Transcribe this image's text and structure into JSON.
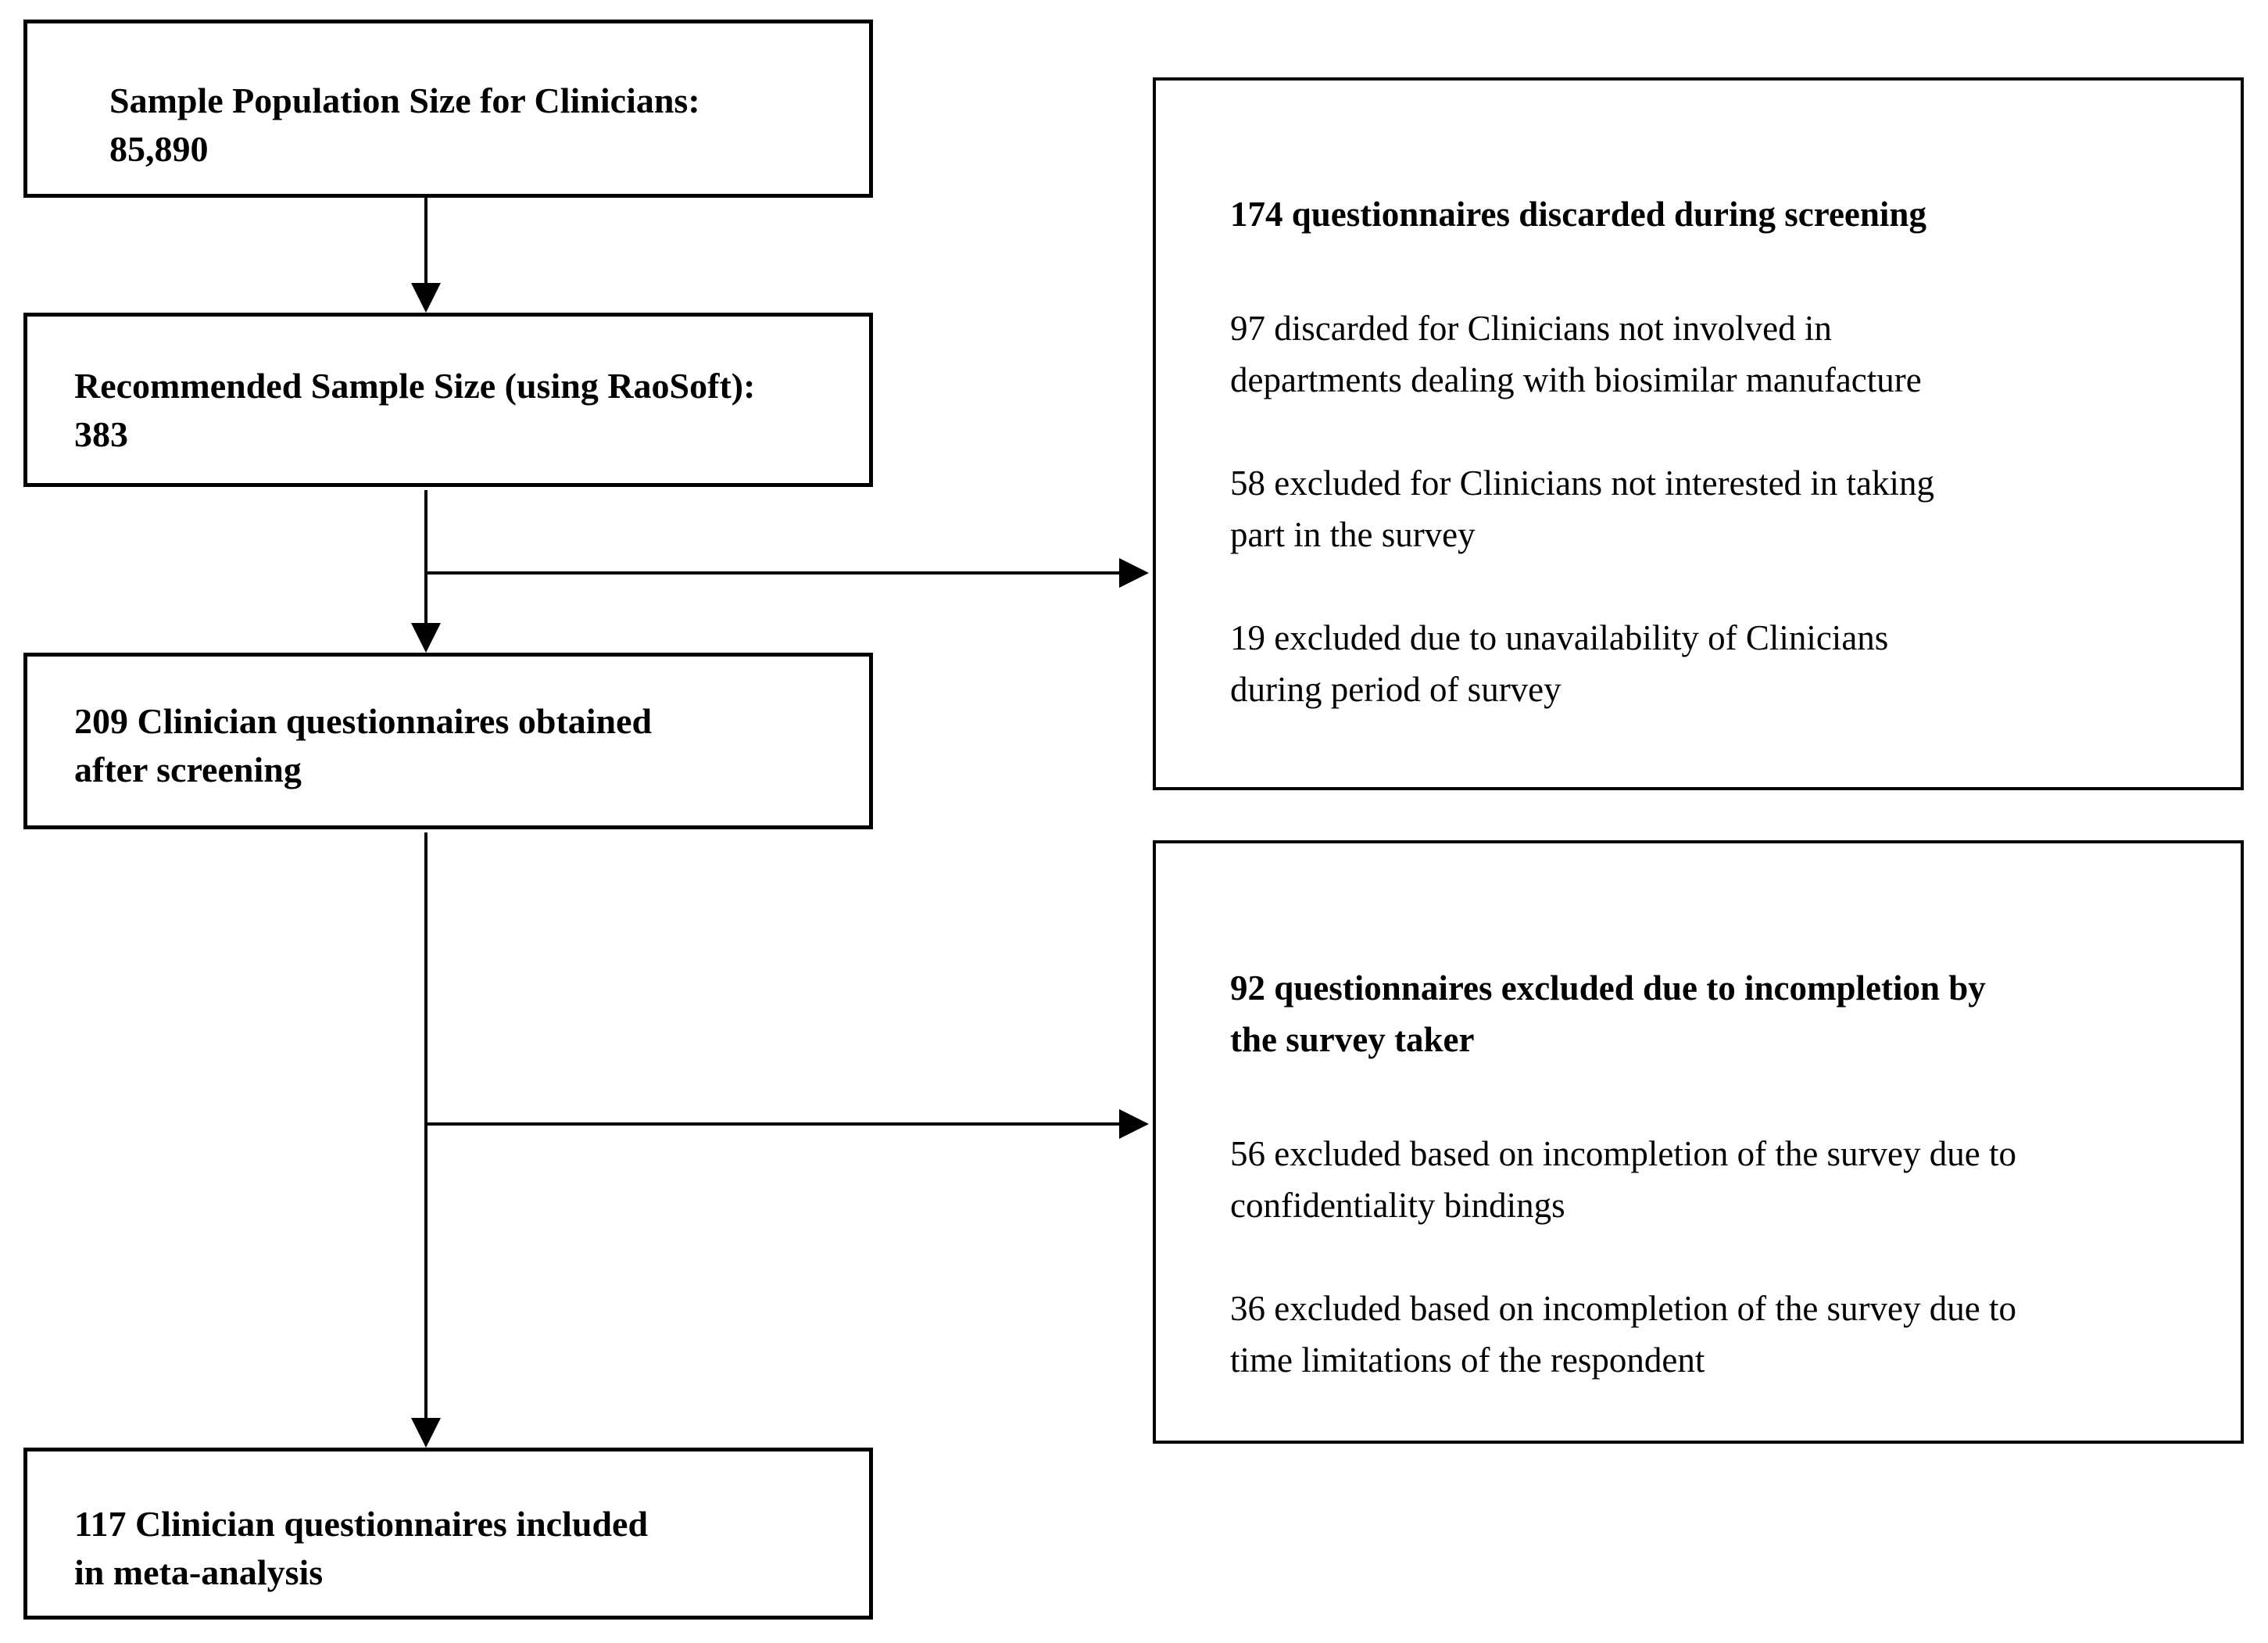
{
  "diagram": {
    "title_hint": "Clinician survey screening flow diagram",
    "colors": {
      "background": "#ffffff",
      "line": "#000000",
      "text": "#000000"
    },
    "boxes": {
      "sample_population": {
        "lines": [
          "Sample Population Size for Clinicians:",
          "85,890"
        ]
      },
      "recommended_sample": {
        "lines": [
          "Recommended Sample Size (using RaoSoft):",
          "383"
        ]
      },
      "obtained_after_screening": {
        "lines": [
          "209 Clinician questionnaires obtained",
          "after screening"
        ]
      },
      "included_meta_analysis": {
        "lines": [
          "117 Clinician questionnaires included",
          "in meta-analysis"
        ]
      },
      "discarded_screening": {
        "heading": [
          "174 questionnaires discarded during screening"
        ],
        "items": [
          [
            "97 discarded for Clinicians not involved in",
            "departments dealing with biosimilar manufacture"
          ],
          [
            "58 excluded for Clinicians not interested in taking",
            "part in the survey"
          ],
          [
            "19 excluded due to unavailability of Clinicians",
            "during period of survey"
          ]
        ]
      },
      "excluded_incompletion": {
        "heading": [
          "92 questionnaires excluded due to incompletion by",
          "the survey taker"
        ],
        "items": [
          [
            "56 excluded based on incompletion of the survey due to",
            "confidentiality bindings"
          ],
          [
            "36 excluded based on incompletion of the survey due to",
            "time limitations of the respondent"
          ]
        ]
      }
    }
  }
}
